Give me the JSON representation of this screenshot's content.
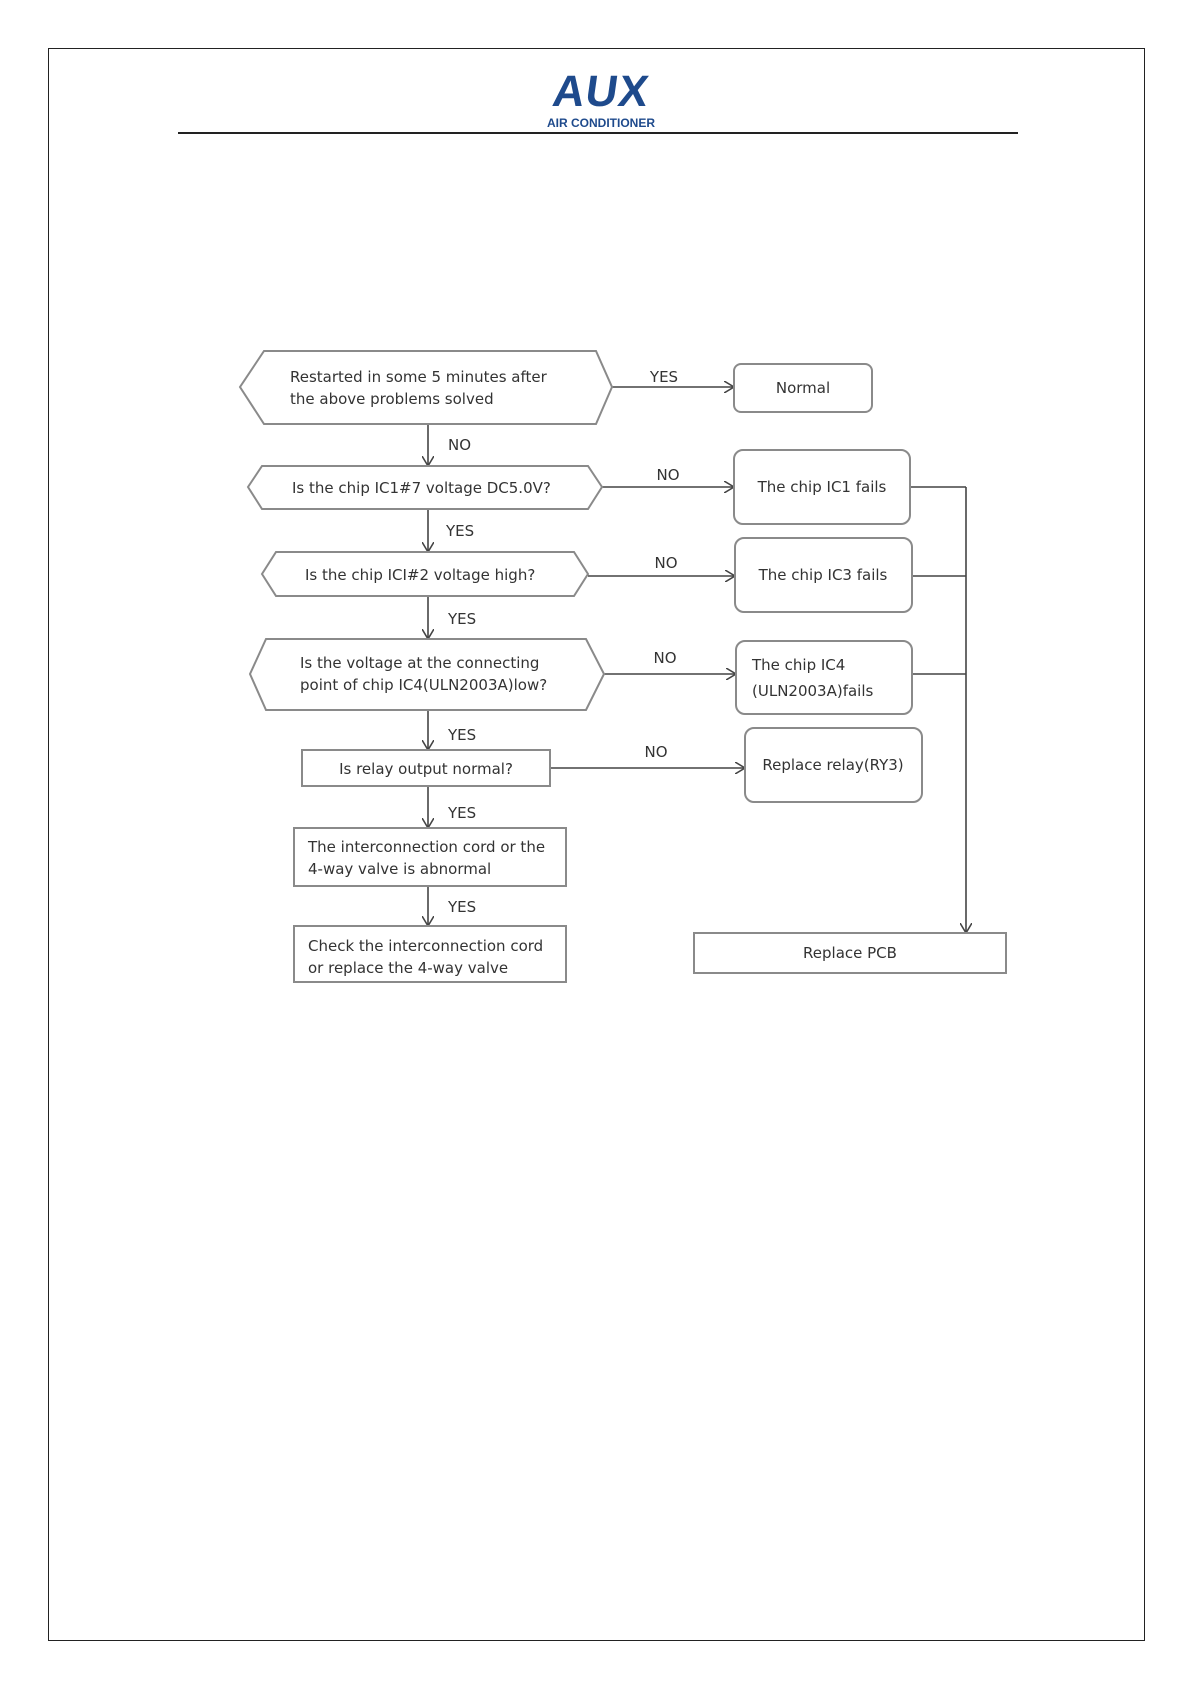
{
  "header": {
    "brand": "AUX",
    "brand_sub": "AIR CONDITIONER"
  },
  "flowchart": {
    "nodes": {
      "restart": [
        "Restarted in some 5 minutes after",
        "the above problems solved"
      ],
      "normal": [
        "Normal"
      ],
      "ic1_voltage": [
        "Is the chip IC1#7 voltage DC5.0V?"
      ],
      "ic1_fails": [
        "The chip IC1 fails"
      ],
      "ic1_2_high": [
        "Is the chip ICI#2 voltage high?"
      ],
      "ic3_fails": [
        "The chip IC3 fails"
      ],
      "ic4_voltage": [
        "Is the voltage at the connecting",
        "point of chip IC4(ULN2003A)low?"
      ],
      "ic4_fails": [
        "The chip IC4",
        "(ULN2003A)fails"
      ],
      "relay_output": [
        "Is relay output normal?"
      ],
      "replace_relay": [
        "Replace relay(RY3)"
      ],
      "cord_abnormal": [
        "The interconnection cord or the",
        "4-way valve is abnormal"
      ],
      "check_cord": [
        "Check the interconnection cord",
        "or replace the 4-way valve"
      ],
      "replace_pcb": [
        "Replace PCB"
      ]
    },
    "edge_labels": {
      "yes": "YES",
      "no": "NO"
    }
  }
}
